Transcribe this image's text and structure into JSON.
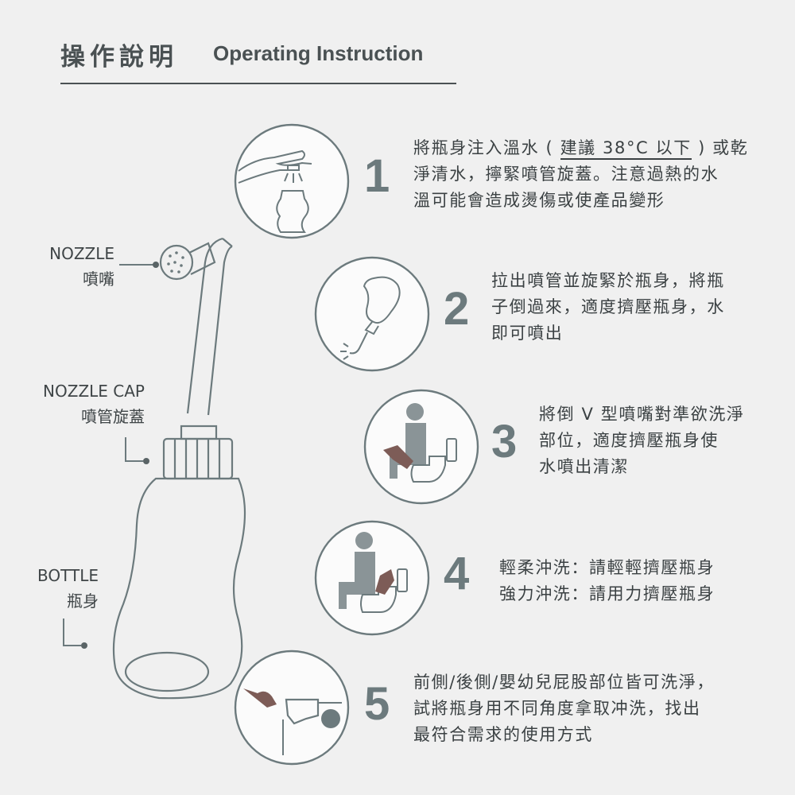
{
  "header": {
    "title_zh": "操作說明",
    "title_en": "Operating Instruction"
  },
  "parts": [
    {
      "en": "NOZZLE",
      "zh": "噴嘴"
    },
    {
      "en": "NOZZLE CAP",
      "zh": "噴管旋蓋"
    },
    {
      "en": "BOTTLE",
      "zh": "瓶身"
    }
  ],
  "steps": [
    {
      "number": "1",
      "lines": [
        "將瓶身注入溫水",
        "建議 38°C 以下",
        "或乾",
        "淨清水，擰緊噴管旋蓋。注意過熱的水",
        "溫可能會造成燙傷或使產品變形"
      ],
      "paren_open": "(",
      "paren_close": ")"
    },
    {
      "number": "2",
      "lines": [
        "拉出噴管並旋緊於瓶身，將瓶",
        "子倒過來，適度擠壓瓶身，水",
        "即可噴出"
      ]
    },
    {
      "number": "3",
      "lines": [
        "將倒 V 型噴嘴對準欲洗淨",
        "部位，適度擠壓瓶身使",
        "水噴出清潔"
      ]
    },
    {
      "number": "4",
      "lines": [
        "輕柔沖洗：請輕輕擠壓瓶身",
        "強力沖洗：請用力擠壓瓶身"
      ]
    },
    {
      "number": "5",
      "lines": [
        "前側/後側/嬰幼兒屁股部位皆可洗淨，",
        "試將瓶身用不同角度拿取冲洗，找出",
        "最符合需求的使用方式"
      ]
    }
  ],
  "colors": {
    "background": "#f0f0f0",
    "text": "#3f4547",
    "accent_gray": "#6c7a7d",
    "figure_fill": "#8a9497",
    "bottle_brown": "#7d5c57"
  }
}
